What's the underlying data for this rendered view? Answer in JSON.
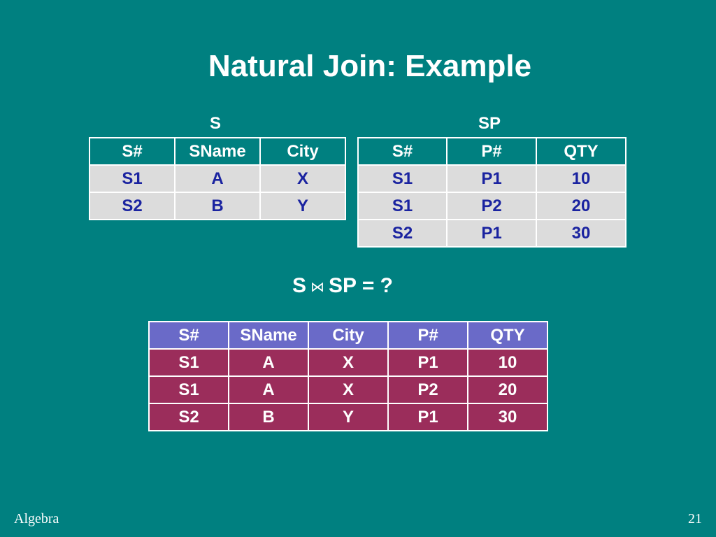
{
  "title": "Natural Join: Example",
  "table_s": {
    "caption": "S",
    "headers": [
      "S#",
      "SName",
      "City"
    ],
    "rows": [
      [
        "S1",
        "A",
        "X"
      ],
      [
        "S2",
        "B",
        "Y"
      ]
    ]
  },
  "table_sp": {
    "caption": "SP",
    "headers": [
      "S#",
      "P#",
      "QTY"
    ],
    "rows": [
      [
        "S1",
        "P1",
        "10"
      ],
      [
        "S1",
        "P2",
        "20"
      ],
      [
        "S2",
        "P1",
        "30"
      ]
    ]
  },
  "expression": {
    "left": "S",
    "operator": "⋈",
    "right": "SP = ?"
  },
  "result": {
    "headers": [
      "S#",
      "SName",
      "City",
      "P#",
      "QTY"
    ],
    "rows": [
      [
        "S1",
        "A",
        "X",
        "P1",
        "10"
      ],
      [
        "S1",
        "A",
        "X",
        "P2",
        "20"
      ],
      [
        "S2",
        "B",
        "Y",
        "P1",
        "30"
      ]
    ]
  },
  "footer": {
    "left": "Algebra",
    "right": "21"
  },
  "colors": {
    "background": "#008080",
    "input_cells": "#dcdcdc",
    "input_text": "#1a23a0",
    "result_header": "#6a6ac8",
    "result_cells": "#9b2d5b"
  }
}
